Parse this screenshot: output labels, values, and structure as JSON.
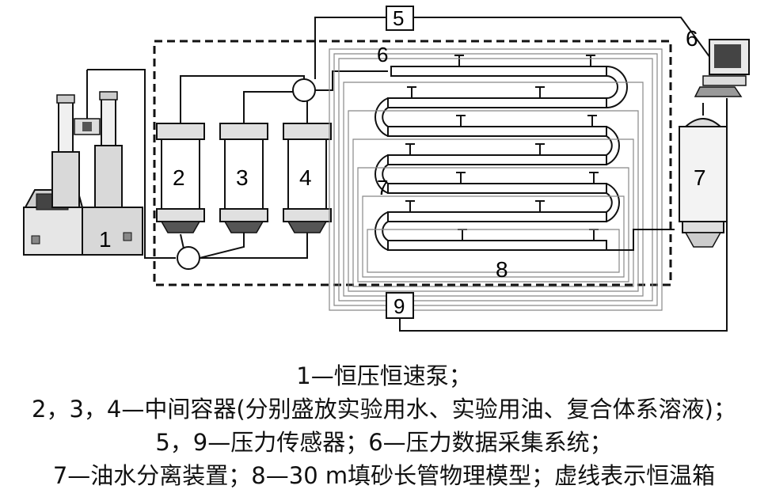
{
  "diagram": {
    "component_numbers": {
      "pump": "1",
      "container_water": "2",
      "container_oil": "3",
      "container_solution": "4",
      "sensor_top": "5",
      "computer": "6",
      "separator": "7",
      "pipe_label_7": "7",
      "model": "8",
      "sensor_bottom": "9",
      "model_top_label": "6"
    }
  },
  "caption": {
    "line1": "1—恒压恒速泵；",
    "line2": "2，3，4—中间容器(分别盛放实验用水、实验用油、复合体系溶液)；",
    "line3": "5，9—压力传感器；6—压力数据采集系统；",
    "line4": "7—油水分离装置；8—30 m填砂长管物理模型；虚线表示恒温箱"
  }
}
